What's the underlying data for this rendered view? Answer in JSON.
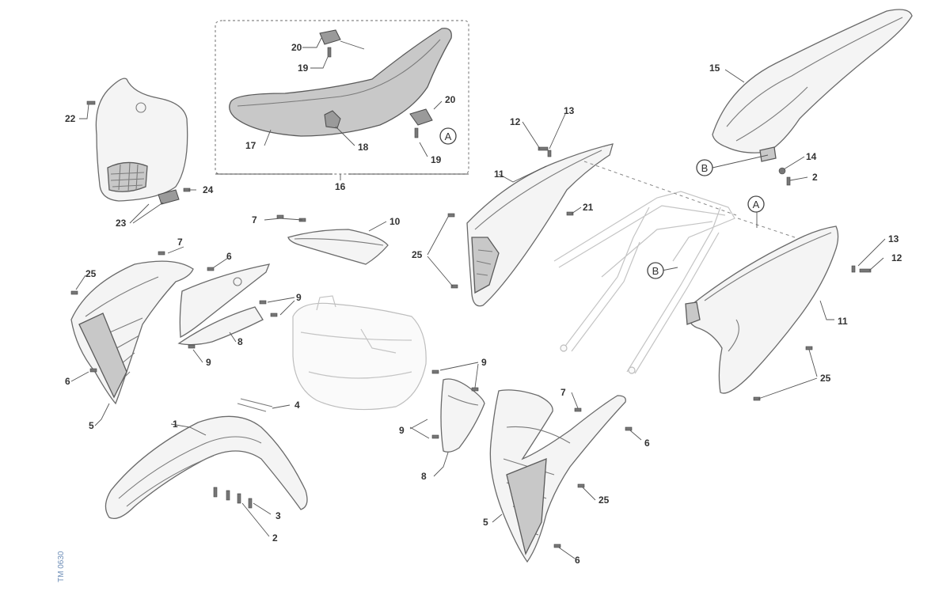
{
  "callouts": {
    "c1": "1",
    "c2a": "2",
    "c2b": "2",
    "c3": "3",
    "c4": "4",
    "c5a": "5",
    "c5b": "5",
    "c6a": "6",
    "c6b": "6",
    "c6c": "6",
    "c6d": "6",
    "c7a": "7",
    "c7b": "7",
    "c7c": "7",
    "c8a": "8",
    "c8b": "8",
    "c9a": "9",
    "c9b": "9",
    "c9c": "9",
    "c9d": "9",
    "c10": "10",
    "c11a": "11",
    "c11b": "11",
    "c12a": "12",
    "c12b": "12",
    "c13a": "13",
    "c13b": "13",
    "c14": "14",
    "c15": "15",
    "c16": "16",
    "c17": "17",
    "c18": "18",
    "c19a": "19",
    "c19b": "19",
    "c20a": "20",
    "c20b": "20",
    "c21": "21",
    "c22": "22",
    "c23": "23",
    "c24": "24",
    "c25a": "25",
    "c25b": "25",
    "c25c": "25",
    "c25d": "25"
  },
  "references": {
    "refA1": "A",
    "refA2": "A",
    "refB1": "B",
    "refB2": "B"
  },
  "figure_code": "TM 0630"
}
